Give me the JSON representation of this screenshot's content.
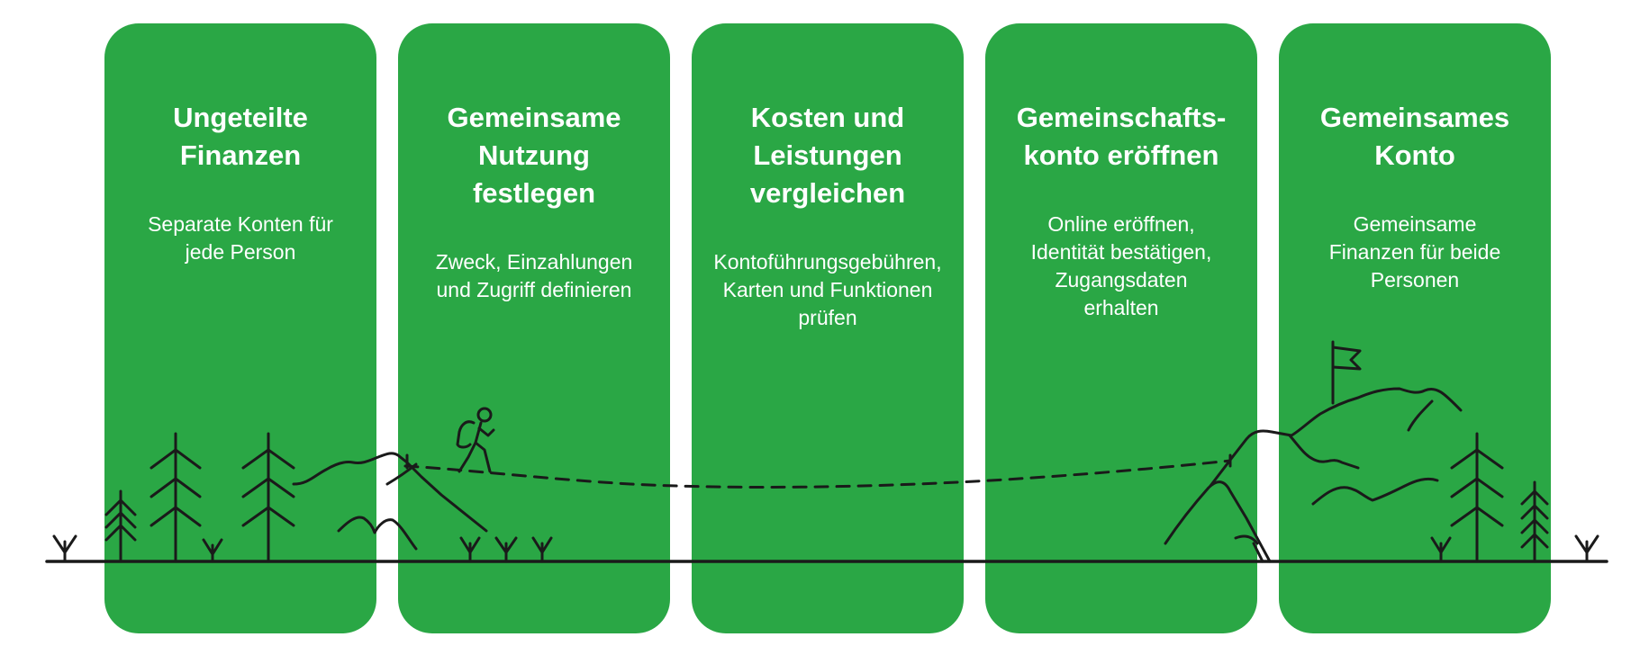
{
  "steps": [
    {
      "title": "Ungeteilte\nFinanzen",
      "description": "Separate Konten für\njede Person"
    },
    {
      "title": "Gemeinsame\nNutzung\nfestlegen",
      "description": "Zweck, Einzahlungen\nund Zugriff definieren"
    },
    {
      "title": "Kosten und\nLeistungen\nvergleichen",
      "description": "Kontoführungsgebühren,\nKarten und Funktionen\nprüfen"
    },
    {
      "title": "Gemeinschafts-\nkonto eröffnen",
      "description": "Online eröffnen,\nIdentität bestätigen,\nZugangsdaten\nerhalten"
    },
    {
      "title": "Gemeinsames\nKonto",
      "description": "Gemeinsame\nFinanzen für beide\nPersonen"
    }
  ],
  "colors": {
    "card": "#2aa745",
    "text": "#ffffff",
    "line": "#1a1a1a"
  },
  "icons": [
    "tree-icon",
    "hiker-icon",
    "flag-icon",
    "mountain-icon",
    "grass-icon"
  ]
}
